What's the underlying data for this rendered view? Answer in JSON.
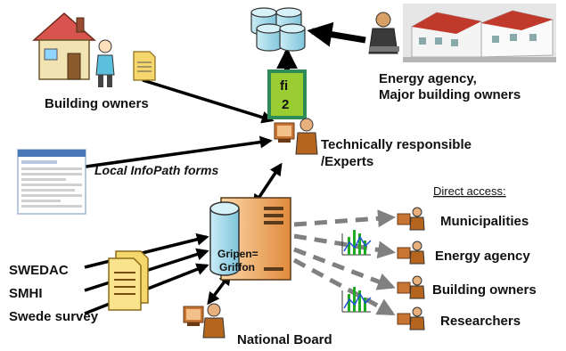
{
  "labels": {
    "building_owners_top": "Building owners",
    "energy_agency_line1": "Energy agency,",
    "energy_agency_line2": "Major building owners",
    "fi_line1": "fi",
    "fi_line2": "2",
    "tech_line1": "Technically responsible",
    "tech_line2": "/Experts",
    "local_forms": "Local InfoPath forms",
    "gripen_line1": "Gripen=",
    "gripen_line2": "Griffon",
    "national_board": "National Board",
    "direct_access": "Direct access:",
    "swedac": "SWEDAC",
    "smhi": "SMHI",
    "swede_survey": "Swede survey"
  },
  "direct_access_targets": [
    "Municipalities",
    "Energy agency",
    "Building owners",
    "Researchers"
  ],
  "colors": {
    "database": "#a9d8e8",
    "fi2_box": "#9acd32",
    "fi2_border": "#2e8b57",
    "server": "#f4a460",
    "document": "#f5d76e",
    "arrow_solid": "#000000",
    "arrow_dashed": "#808080",
    "chart_green": "#22aa22"
  }
}
